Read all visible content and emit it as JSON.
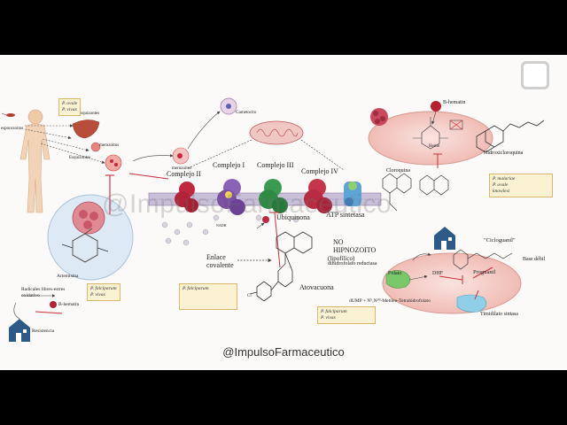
{
  "labels": {
    "esporozoitos": "esporozoitos",
    "esquizontes": "Esquizontes",
    "merozoitos_small": "merozoitos",
    "esquizontes_int": "Esquizontes",
    "merozoitos": "merozoitos",
    "gametocito": "Gametocito",
    "complejo2": "Complejo II",
    "complejo1": "Complejo I",
    "complejo3": "Complejo III",
    "complejo4": "Complejo IV",
    "atp": "ATP sintetasa",
    "ubiquinona": "Ubiquinona",
    "nadh": "NADH",
    "no_hipnozoito": "NO\nHIPNOZOITO",
    "enlace": "Enlace\ncovalente",
    "lipofilico": "(lipofílico)",
    "atovacuona": "Atovacuona",
    "artemisina": "Artemisina",
    "radicales": "Radicales libres-estres\noxidativo",
    "bhematin_left": "B-hematin",
    "resistencia": "Resistencia",
    "bhematin_right": "B-hematin",
    "hemo": "Hemo",
    "hidroxicloroquina": "Hidroxicloroquina",
    "cloroquina": "Cloroquina",
    "cicloguanil": "\"Cicloguanil\"",
    "base_debil": "Base débil",
    "folato": "Folato",
    "dhf": "DHF",
    "dhfr": "dihidrofolato reductasa",
    "proguanil": "Proguanil",
    "dump": "dUMP + N⁵,N¹⁰-Metilen-Tetrahidrofolato",
    "timidilato": "Timidilato sintasa"
  },
  "notes": {
    "ovale_vivax": [
      "P. ovale",
      "P. vivax"
    ],
    "falciparum_vivax_left": [
      "P. falciparum",
      "P. vivax"
    ],
    "falciparum_center": [
      "P. falciparum"
    ],
    "falciparum_vivax_center": [
      "P. falciparum",
      "P. vivax"
    ],
    "malariae_ovale_knowlesi": [
      "P. malariae",
      "P. ovale",
      "knowlesi"
    ]
  },
  "watermark": "@ImpulsoFarmaceutico",
  "footer": "@ImpulsoFarmaceutico",
  "colors": {
    "membrane": "#8a7aa6",
    "complex_red": "#c0283f",
    "complex_purple": "#7a4fa3",
    "complex_green": "#2f8a45",
    "complex_blue": "#4f8fcc",
    "cell_pink": "#f3c9c4",
    "arrow_red": "#c7313a",
    "home_blue": "#2e5a88"
  }
}
